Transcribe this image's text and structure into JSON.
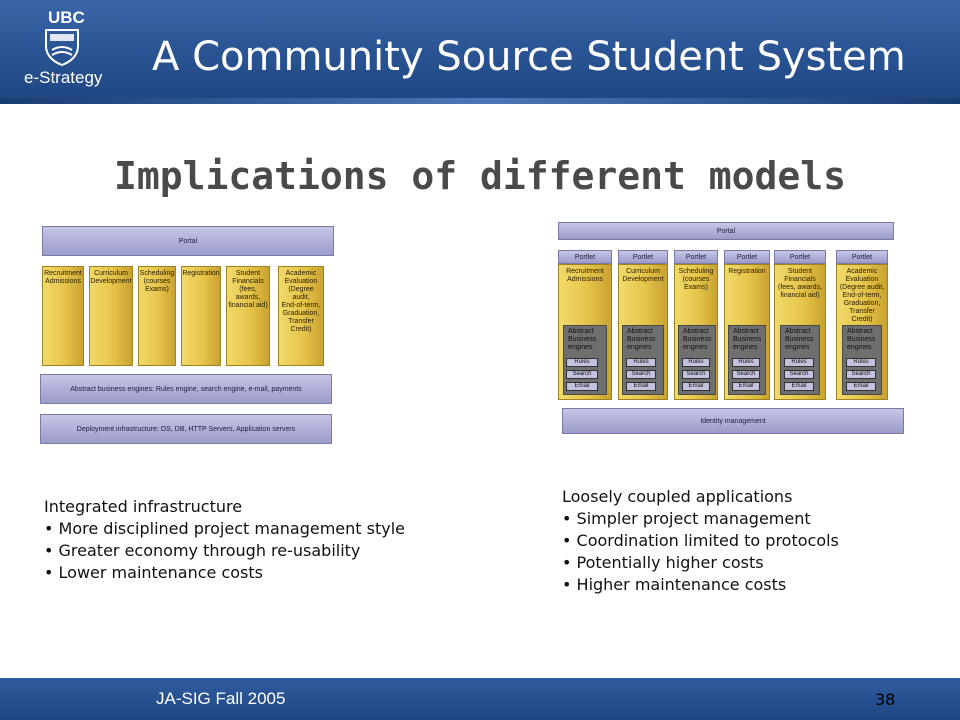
{
  "header": {
    "logo_text": "UBC",
    "logo_subtext": "e-Strategy",
    "title": "A Community Source Student System"
  },
  "slide": {
    "title": "Implications of different models",
    "page_number": "38"
  },
  "left_diagram": {
    "portal": "Portal",
    "modules": [
      "Recruitment\nAdmissions",
      "Curriculum\nDevelopment",
      "Scheduling\n(courses\nExams)",
      "Registration",
      "Student\nFinancials\n(fees, awards,\nfinancial aid)",
      "Academic\nEvaluation\n(Degree audit,\nEnd-of-term,\nGraduation,\nTransfer\nCredit)"
    ],
    "engines_bar": "Abstract business engines: Rules engine, search engine, e-mail, payments",
    "deployment_bar": "Deployment infrastructure: OS, DB, HTTP Servers, Application servers"
  },
  "right_diagram": {
    "portal": "Portal",
    "portlet_label": "Portlet",
    "modules": [
      "Recruitment\nAdmissions",
      "Curriculum\nDevelopment",
      "Scheduling\n(courses\nExams)",
      "Registration",
      "Student\nFinancials\n(fees, awards,\nfinancial aid)",
      "Academic\nEvaluation\n(Degree audit,\nEnd-of-term,\nGraduation,\nTransfer\nCredit)"
    ],
    "engine_label": "Abstract\nBusiness\nengines",
    "engine_buttons": [
      "Rules",
      "Search",
      "Email"
    ],
    "identity_bar": "Identity management"
  },
  "left_text": {
    "heading": "Integrated infrastructure",
    "bullets": [
      "More disciplined project management style",
      "Greater economy through re-usability",
      "Lower maintenance costs"
    ]
  },
  "right_text": {
    "heading": "Loosely coupled applications",
    "bullets": [
      "Simpler project management",
      "Coordination limited to protocols",
      "Potentially higher costs",
      "Higher maintenance costs"
    ]
  },
  "footer": {
    "text": "JA-SIG Fall 2005"
  }
}
